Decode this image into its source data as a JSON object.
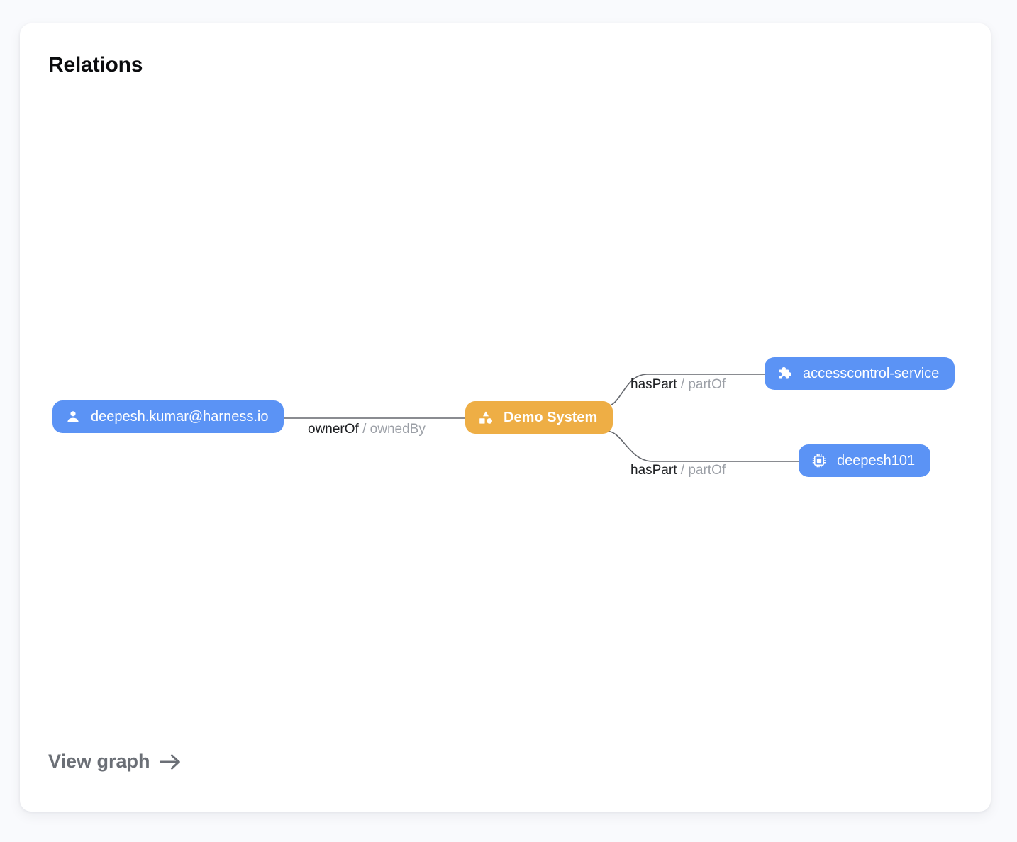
{
  "card": {
    "title": "Relations",
    "footer_link": {
      "label": "View graph",
      "icon": "arrow-right-icon"
    }
  },
  "graph": {
    "nodes": [
      {
        "id": "user",
        "label": "deepesh.kumar@harness.io",
        "kind": "user",
        "icon": "person-icon",
        "color": "#5b93f5"
      },
      {
        "id": "system",
        "label": "Demo System",
        "kind": "system",
        "icon": "shapes-icon",
        "color": "#eeae45"
      },
      {
        "id": "component",
        "label": "accesscontrol-service",
        "kind": "component",
        "icon": "puzzle-piece-icon",
        "color": "#5b93f5"
      },
      {
        "id": "resource",
        "label": "deepesh101",
        "kind": "resource",
        "icon": "cpu-chip-icon",
        "color": "#5b93f5"
      }
    ],
    "edges": [
      {
        "id": "ownerof",
        "from": "user",
        "to": "system",
        "primary": "ownerOf",
        "separator": " / ",
        "secondary": "ownedBy"
      },
      {
        "id": "haspart-1",
        "from": "system",
        "to": "component",
        "primary": "hasPart",
        "separator": " / ",
        "secondary": "partOf"
      },
      {
        "id": "haspart-2",
        "from": "system",
        "to": "resource",
        "primary": "hasPart",
        "separator": " / ",
        "secondary": "partOf"
      }
    ],
    "edge_color": "#64676d"
  }
}
